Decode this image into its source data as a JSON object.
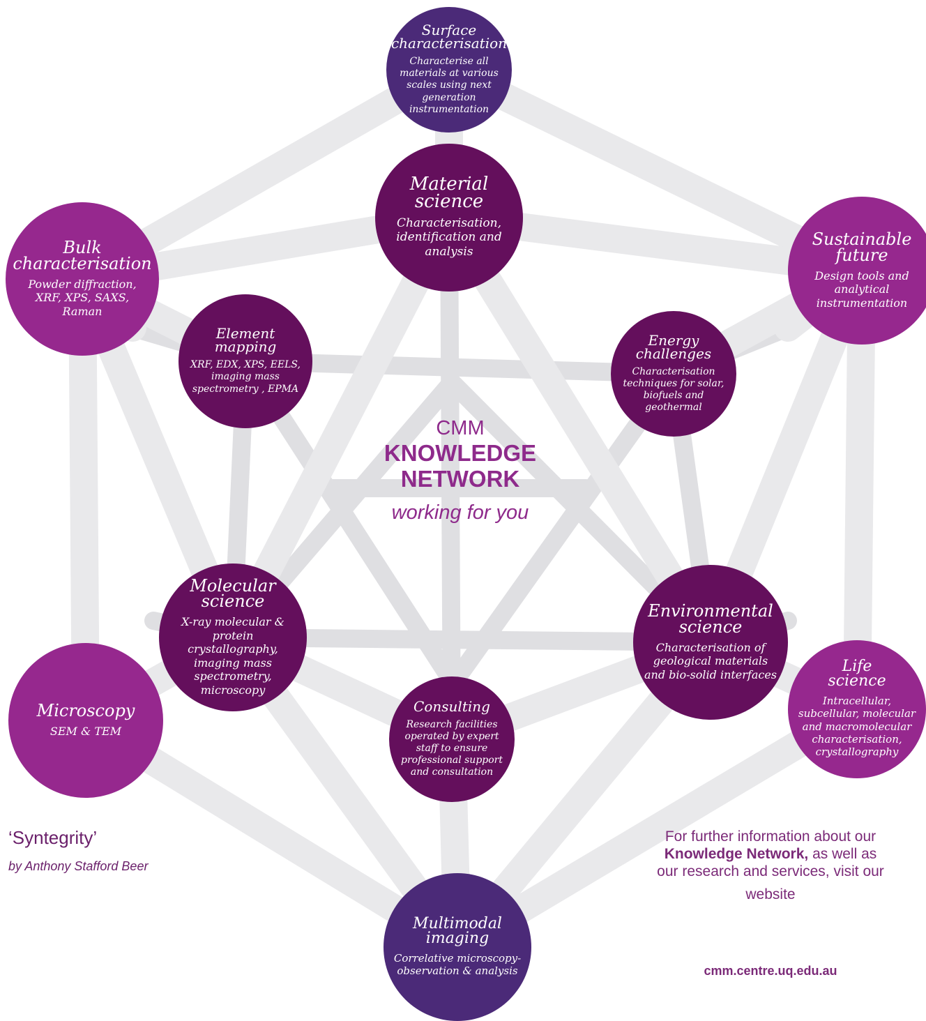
{
  "nodes": {
    "surface": {
      "title_1": "Surface",
      "title_2": "characterisation",
      "desc": "Characterise all materials  at various scales using next generation instrumentation"
    },
    "material": {
      "title_1": "Material",
      "title_2": "science",
      "desc": "Characterisation, identification and analysis"
    },
    "bulk": {
      "title_1": "Bulk",
      "title_2": "characterisation",
      "desc": "Powder diffraction, XRF, XPS, SAXS, Raman"
    },
    "sustainable": {
      "title_1": "Sustainable",
      "title_2": "future",
      "desc": "Design tools and  analytical instrumentation"
    },
    "element": {
      "title_1": "Element",
      "title_2": "mapping",
      "desc": "XRF, EDX, XPS, EELS, imaging mass spectrometry , EPMA"
    },
    "energy": {
      "title_1": "Energy",
      "title_2": "challenges",
      "desc": "Characterisation techniques for solar, biofuels and geothermal"
    },
    "molecular": {
      "title_1": "Molecular",
      "title_2": "science",
      "desc": "X-ray molecular & protein crystallography, imaging mass spectrometry, microscopy"
    },
    "environmental": {
      "title_1": "Environmental",
      "title_2": "science",
      "desc": "Characterisation of geological materials and bio-solid interfaces"
    },
    "microscopy": {
      "title_1": "Microscopy",
      "desc": "SEM & TEM"
    },
    "consulting": {
      "title_1": "Consulting",
      "desc": "Research facilities operated by expert staff to ensure professional support and consultation"
    },
    "life": {
      "title_1": "Life",
      "title_2": "science",
      "desc": "Intracellular, subcellular, molecular and macromolecular characterisation, crystallography"
    },
    "multimodal": {
      "title_1": "Multimodal",
      "title_2": "imaging",
      "desc": "Correlative microscopy-observation & analysis"
    }
  },
  "center": {
    "line1": "CMM",
    "line2": "KNOWLEDGE",
    "line3": "NETWORK",
    "tagline": "working for you"
  },
  "credit": {
    "title": "‘Syntegrity’",
    "author": "by Anthony Stafford Beer"
  },
  "info": {
    "line1": "For further information about our",
    "bold": "Knowledge Network,",
    "line2_rest": " as well as",
    "line3": "our research and services, visit our",
    "line4": "website",
    "url": "cmm.centre.uq.edu.au"
  },
  "colors": {
    "magenta": "#96288e",
    "plum": "#640f5c",
    "indigo": "#4b2a78",
    "strut": "#e6e6e8"
  }
}
